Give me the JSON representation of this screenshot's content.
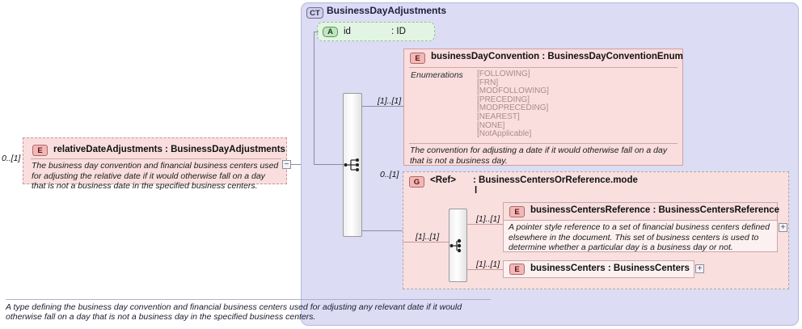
{
  "diagram": {
    "type": "xsd-schema-diagram",
    "colors": {
      "complex_type_fill": "#dcdcf5",
      "element_fill": "#fadede",
      "attribute_fill": "#e2f5e2",
      "badge_element": "#f2b7b7",
      "badge_attribute": "#bfe6bf",
      "line": "#8a8aa0"
    }
  },
  "source_element": {
    "badge": "E",
    "name": "relativeDateAdjustments",
    "separator": ":",
    "type": "BusinessDayAdjustments",
    "title": "relativeDateAdjustments : BusinessDayAdjustments",
    "cardinality": "0..[1]",
    "documentation": "The business day convention and financial business centers used for adjusting the relative date if it would otherwise fall on a day that is not a business date in the specified business centers.",
    "toggle": "−"
  },
  "complex_type": {
    "badge": "CT",
    "title": "BusinessDayAdjustments",
    "documentation": "A type defining the business day convention and financial business centers used for adjusting any relevant date if it would otherwise fall on a day that is not a business day in the specified business centers."
  },
  "attribute": {
    "badge": "A",
    "name": "id",
    "type": ": ID"
  },
  "sequence_node": {
    "name": "sequence-compositor",
    "icon": "sequence-icon"
  },
  "business_day_convention": {
    "badge": "E",
    "name": "businessDayConvention",
    "type": "BusinessDayConventionEnum",
    "title": "businessDayConvention : BusinessDayConventionEnum",
    "cardinality": "[1]..[1]",
    "enumerations_label": "Enumerations",
    "enumerations": [
      "[FOLLOWING]",
      "[FRN]",
      "[MODFOLLOWING]",
      "[PRECEDING]",
      "[MODPRECEDING]",
      "[NEAREST]",
      "[NONE]",
      "[NotApplicable]"
    ],
    "documentation": "The convention for adjusting a date if it would otherwise fall on a day that is not a business day."
  },
  "ref_group": {
    "badge": "G",
    "name": "<Ref>",
    "type": ": BusinessCentersOrReference.mode",
    "subtitle": "l",
    "cardinality": "0..[1]",
    "choice_cardinality": "[1]..[1]",
    "choice_node": {
      "name": "choice-compositor",
      "icon": "choice-icon"
    },
    "children": [
      {
        "badge": "E",
        "name": "businessCentersReference",
        "type": "BusinessCentersReference",
        "title": "businessCentersReference : BusinessCentersReference",
        "cardinality": "[1]..[1]",
        "documentation": "A pointer style reference to a set of financial business centers defined elsewhere in the document. This set of business centers is used to determine whether a particular day is a business day or not.",
        "toggle": "+"
      },
      {
        "badge": "E",
        "name": "businessCenters",
        "type": "BusinessCenters",
        "title": "businessCenters : BusinessCenters",
        "cardinality": "[1]..[1]",
        "documentation": "",
        "toggle": "+"
      }
    ]
  }
}
